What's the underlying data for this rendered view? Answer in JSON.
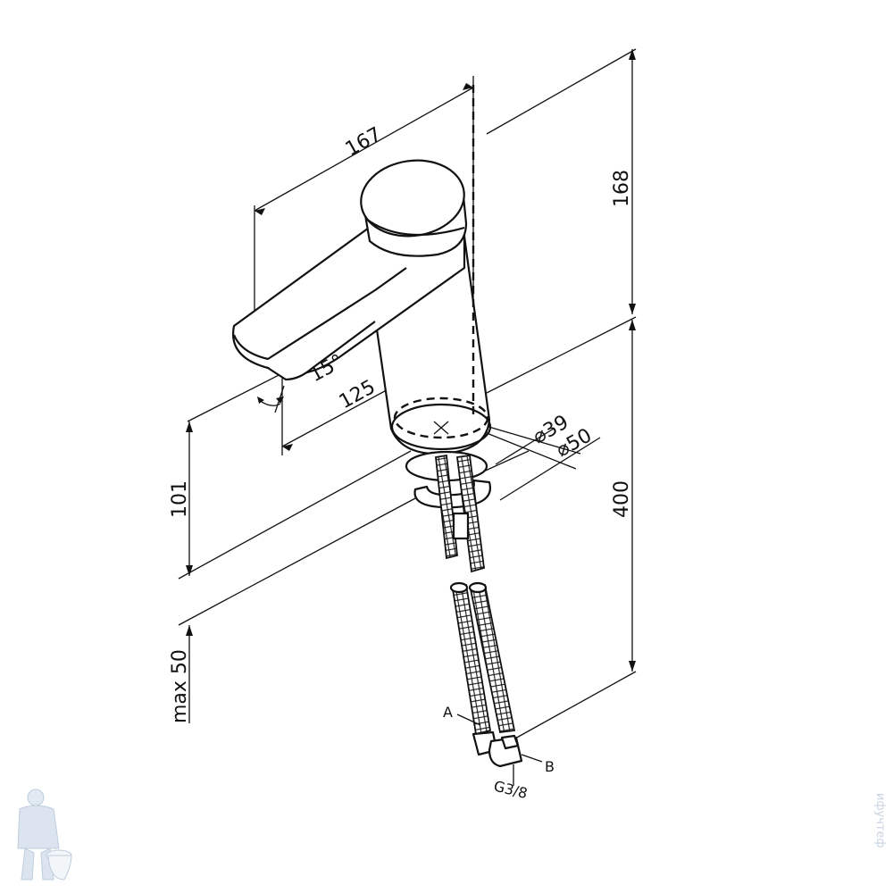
{
  "dimensions": {
    "spout_length": "167",
    "spout_height": "168",
    "reach": "125",
    "spout_angle": "15°",
    "hole_diameter": "⌀39",
    "base_diameter": "⌀50",
    "deck_thickness": "101",
    "total_height": "400",
    "clearance": "max 50"
  },
  "connections": {
    "a_label": "A",
    "b_label": "B",
    "thread": "G3/8"
  },
  "watermark": {
    "text": "ифучтеф",
    "mascot_icon": "plumber-mascot-icon"
  }
}
